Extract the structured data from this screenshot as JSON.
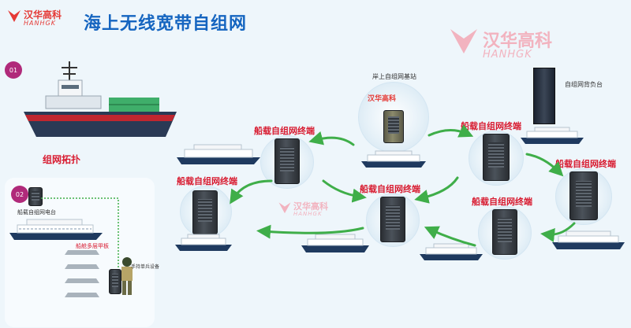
{
  "header": {
    "logo_cn": "汉华高科",
    "logo_en": "HANHGK",
    "title": "海上无线宽带自组网"
  },
  "watermark": {
    "logo_cn": "汉华高科",
    "logo_en": "HANHGK"
  },
  "section1": {
    "badge": "01",
    "topology_label": "组网拓扑"
  },
  "section2": {
    "badge": "02",
    "ship_radio_label": "船载自组网电台",
    "deck_label": "船舱多层甲板",
    "handheld_label": "手持单兵设备"
  },
  "base_station": {
    "label": "岸上自组网基站"
  },
  "backhaul": {
    "label": "自组网背负台"
  },
  "terminals": {
    "label": "船载自组网终端"
  },
  "colors": {
    "title": "#1565c0",
    "accent_red": "#d81b30",
    "arrow_green": "#3fae49",
    "badge": "#b02a7a"
  }
}
